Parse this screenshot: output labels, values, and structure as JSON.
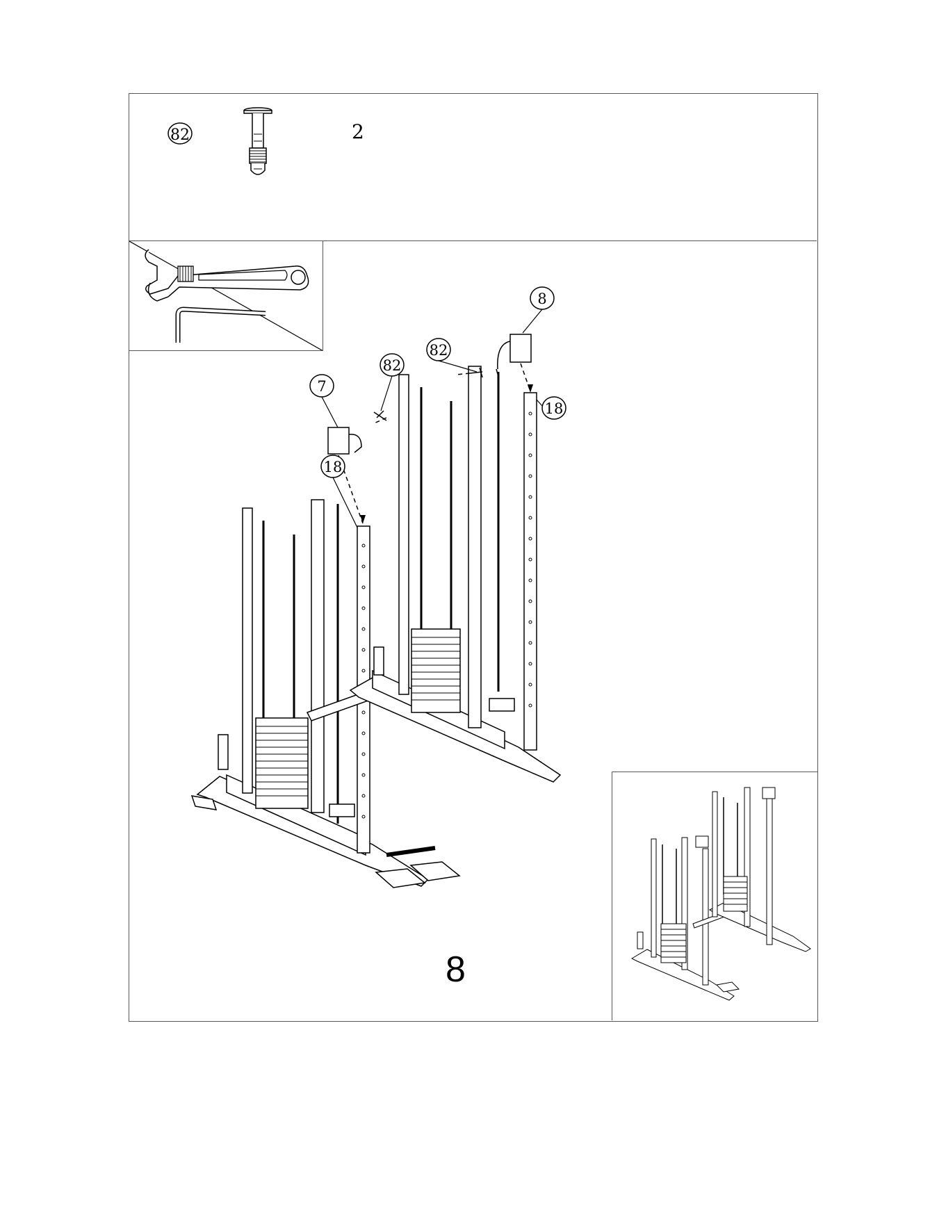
{
  "parts_list": {
    "items": [
      {
        "part_number": "82",
        "quantity": "2",
        "icon": "bolt-icon"
      }
    ]
  },
  "tools": [
    {
      "name": "adjustable-wrench-icon"
    },
    {
      "name": "allen-key-icon"
    }
  ],
  "callouts": {
    "left_head": "7",
    "left_bolt": "82",
    "left_post": "18",
    "right_head": "8",
    "right_bolt": "82",
    "right_post": "18"
  },
  "step_number": "8"
}
